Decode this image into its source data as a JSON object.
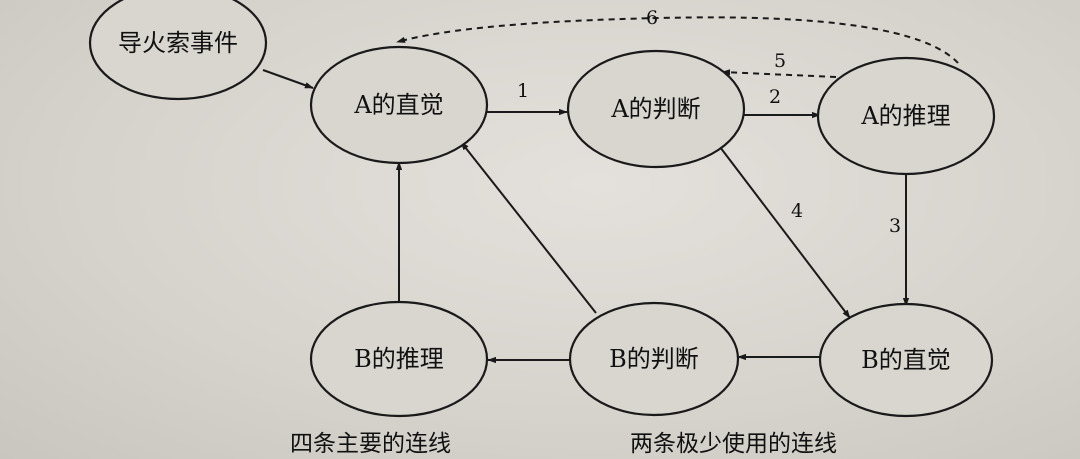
{
  "nodes": {
    "trigger": "导火索事件",
    "a_intuition": "A的直觉",
    "a_judgment": "A的判断",
    "a_reasoning": "A的推理",
    "b_reasoning": "B的推理",
    "b_judgment": "B的判断",
    "b_intuition": "B的直觉"
  },
  "edges": {
    "e1": "1",
    "e2": "2",
    "e3": "3",
    "e4": "4",
    "e5": "5",
    "e6": "6"
  },
  "captions": {
    "left": "四条主要的连线",
    "right": "两条极少使用的连线"
  }
}
